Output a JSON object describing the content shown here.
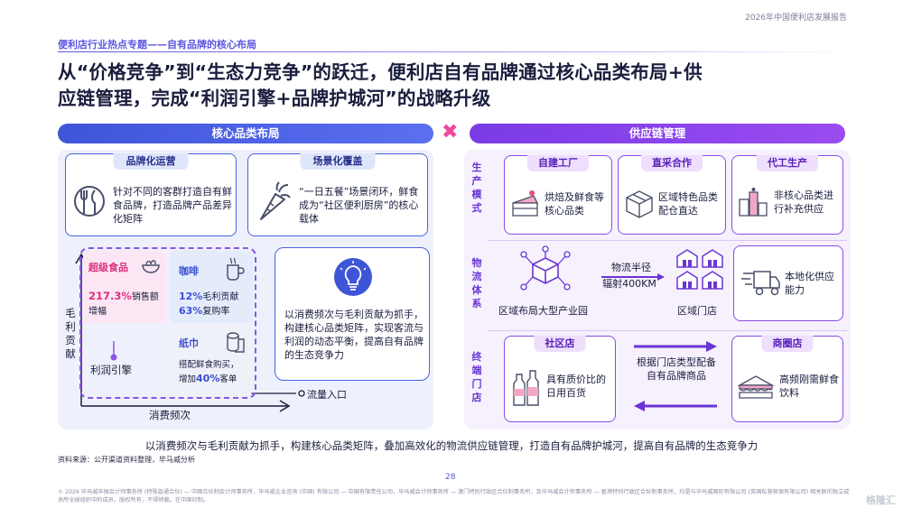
{
  "header": {
    "report_title": "2026年中国便利店发展报告",
    "topic": "便利店行业热点专题——自有品牌的核心布局",
    "headline_line1": "从“价格竞争”到“生态力竞争”的跃迁，便利店自有品牌通过核心品类布局+供",
    "headline_line2": "应链管理，完成“利润引擎+品牌护城河”的战略升级"
  },
  "left": {
    "bar_title": "核心品类布局",
    "card1": {
      "title": "品牌化运营",
      "text": "针对不同的客群打造自有鲜食品牌，打造品牌产品差异化矩阵",
      "icon": "fork-knife-icon"
    },
    "card2": {
      "title": "场景化覆盖",
      "text": "“一日五餐”场景闭环，鲜食成为“社区便利厨房”的核心载体",
      "icon": "carrot-icon"
    },
    "matrix": {
      "y_axis": "毛利贡献",
      "x_axis": "消费频次",
      "q1_title": "超级食品",
      "q1_value": "217.3%",
      "q1_label": "销售额",
      "q1_label2": "增幅",
      "q2_title": "咖啡",
      "q2_value1": "12%",
      "q2_label1": "毛利贡献",
      "q2_value2": "63%",
      "q2_label2": "复购率",
      "q3_title": "纸巾",
      "q3_text1": "搭配鲜食购买，",
      "q3_text2a": "增加",
      "q3_value": "40%",
      "q3_text2b": "客单",
      "profit_engine": "利润引擎",
      "traffic_entry": "流量入口"
    },
    "insight": "以消费频次与毛利贡献为抓手，构建核心品类矩阵，实现客流与利润的动态平衡，提高自有品牌的生态竞争力"
  },
  "right": {
    "bar_title": "供应链管理",
    "row1_label": "生产模式",
    "row2_label": "物流体系",
    "row3_label": "终端门店",
    "p1": {
      "title": "自建工厂",
      "text": "烘焙及鲜食等核心品类"
    },
    "p2": {
      "title": "直采合作",
      "text": "区域特色品类配仓直达"
    },
    "p3": {
      "title": "代工生产",
      "text": "非核心品类进行补充供应"
    },
    "logistics": {
      "hub": "区域布局大型产业园",
      "radius1": "物流半径",
      "radius2": "辐射400KM",
      "stores": "区域门店",
      "local": "本地化供应能力"
    },
    "store1": {
      "title": "社区店",
      "text": "具有质价比的日用百货"
    },
    "store2": {
      "title": "商圈店",
      "text": "高频刚需鲜食饮料"
    },
    "store_mid": "根据门店类型配备自有品牌商品"
  },
  "footer": {
    "summary": "以消费频次与毛利贡献为抓手，构建核心品类矩阵，叠加高效化的物流供应链管理，打造自有品牌护城河，提高自有品牌的生态竞争力",
    "source": "资料来源：公开渠道资料整理，毕马威分析",
    "page": "28",
    "copyright": "© 2026 毕马威华振会计师事务所 (特殊普通合伙) — 中国合伙制会计师事务所，毕马威企业咨询 (中国) 有限公司 — 中国有限责任公司，毕马威会计师事务所 — 澳门特别行政区合伙制事务所，及毕马威会计师事务所 — 香港特别行政区合伙制事务所，均是与毕马威国际有限公司 (英国私营担保有限公司) 相关联的独立成员所全球组织中的成员。版权所有，不得转载。在中国印制。",
    "watermark": "格隆汇"
  },
  "colors": {
    "blue": "#4a63e0",
    "purple": "#8c4ae8",
    "pink": "#f0479e"
  }
}
